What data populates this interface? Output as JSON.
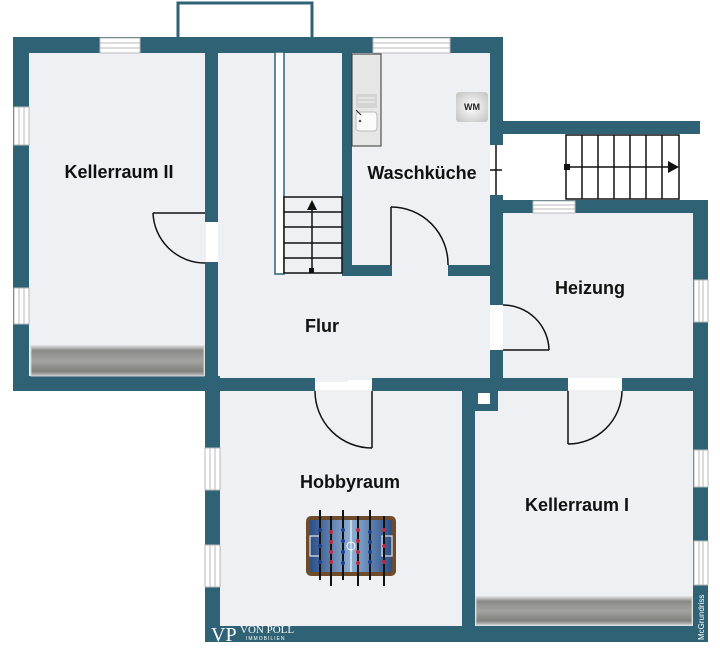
{
  "floorplan": {
    "colors": {
      "wall": "#2f6275",
      "floor": "#eef0f4",
      "background": "#ffffff",
      "window": "#ffffff",
      "text": "#111111"
    },
    "rooms": [
      {
        "id": "kellerraum-2",
        "label": "Kellerraum II"
      },
      {
        "id": "waschkueche",
        "label": "Waschküche"
      },
      {
        "id": "flur",
        "label": "Flur"
      },
      {
        "id": "heizung",
        "label": "Heizung"
      },
      {
        "id": "hobbyraum",
        "label": "Hobbyraum"
      },
      {
        "id": "kellerraum-1",
        "label": "Kellerraum I"
      }
    ],
    "fixtures": {
      "washing_machine": "WM",
      "sink": "sink-icon",
      "foosball_table": "foosball-table-icon",
      "stairs_interior": "stairs-up-icon",
      "stairs_exterior": "stairs-exterior-icon",
      "shelves": "shelf-icon"
    },
    "branding": {
      "logo_mark": "VP",
      "logo_name": "VON POLL",
      "logo_sub": "IMMOBILIEN",
      "credit": "McGrundriss"
    }
  }
}
